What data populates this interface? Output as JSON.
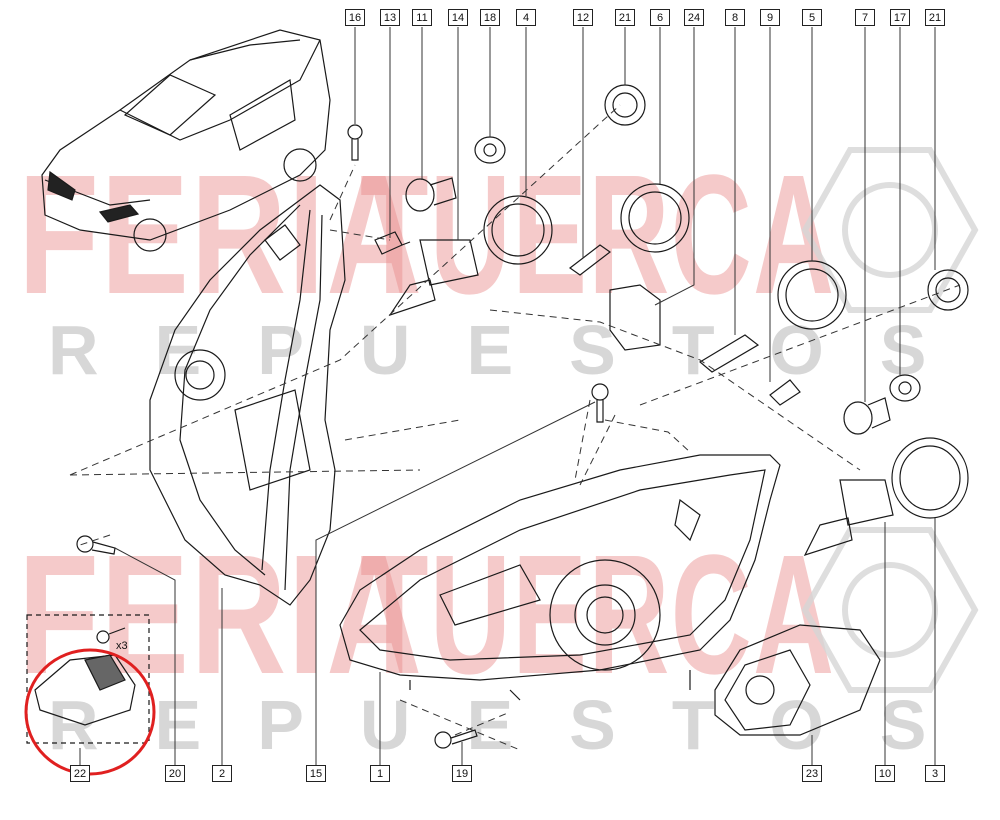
{
  "watermark": {
    "brand_a": "FERIA",
    "brand_b": "TUERCA",
    "subtitle": "REPUESTOS",
    "colors": {
      "brand": "#e98b8b",
      "subtitle": "#bdbdbd"
    }
  },
  "diagram": {
    "quantity_label": "x3",
    "callouts": [
      {
        "label": "16"
      },
      {
        "label": "13"
      },
      {
        "label": "11"
      },
      {
        "label": "14"
      },
      {
        "label": "18"
      },
      {
        "label": "4"
      },
      {
        "label": "12"
      },
      {
        "label": "21"
      },
      {
        "label": "6"
      },
      {
        "label": "24"
      },
      {
        "label": "8"
      },
      {
        "label": "9"
      },
      {
        "label": "5"
      },
      {
        "label": "7"
      },
      {
        "label": "17"
      },
      {
        "label": "21"
      },
      {
        "label": "22"
      },
      {
        "label": "20"
      },
      {
        "label": "2"
      },
      {
        "label": "15"
      },
      {
        "label": "1"
      },
      {
        "label": "19"
      },
      {
        "label": "23"
      },
      {
        "label": "10"
      },
      {
        "label": "3"
      }
    ],
    "highlight_color": "#e02020"
  }
}
